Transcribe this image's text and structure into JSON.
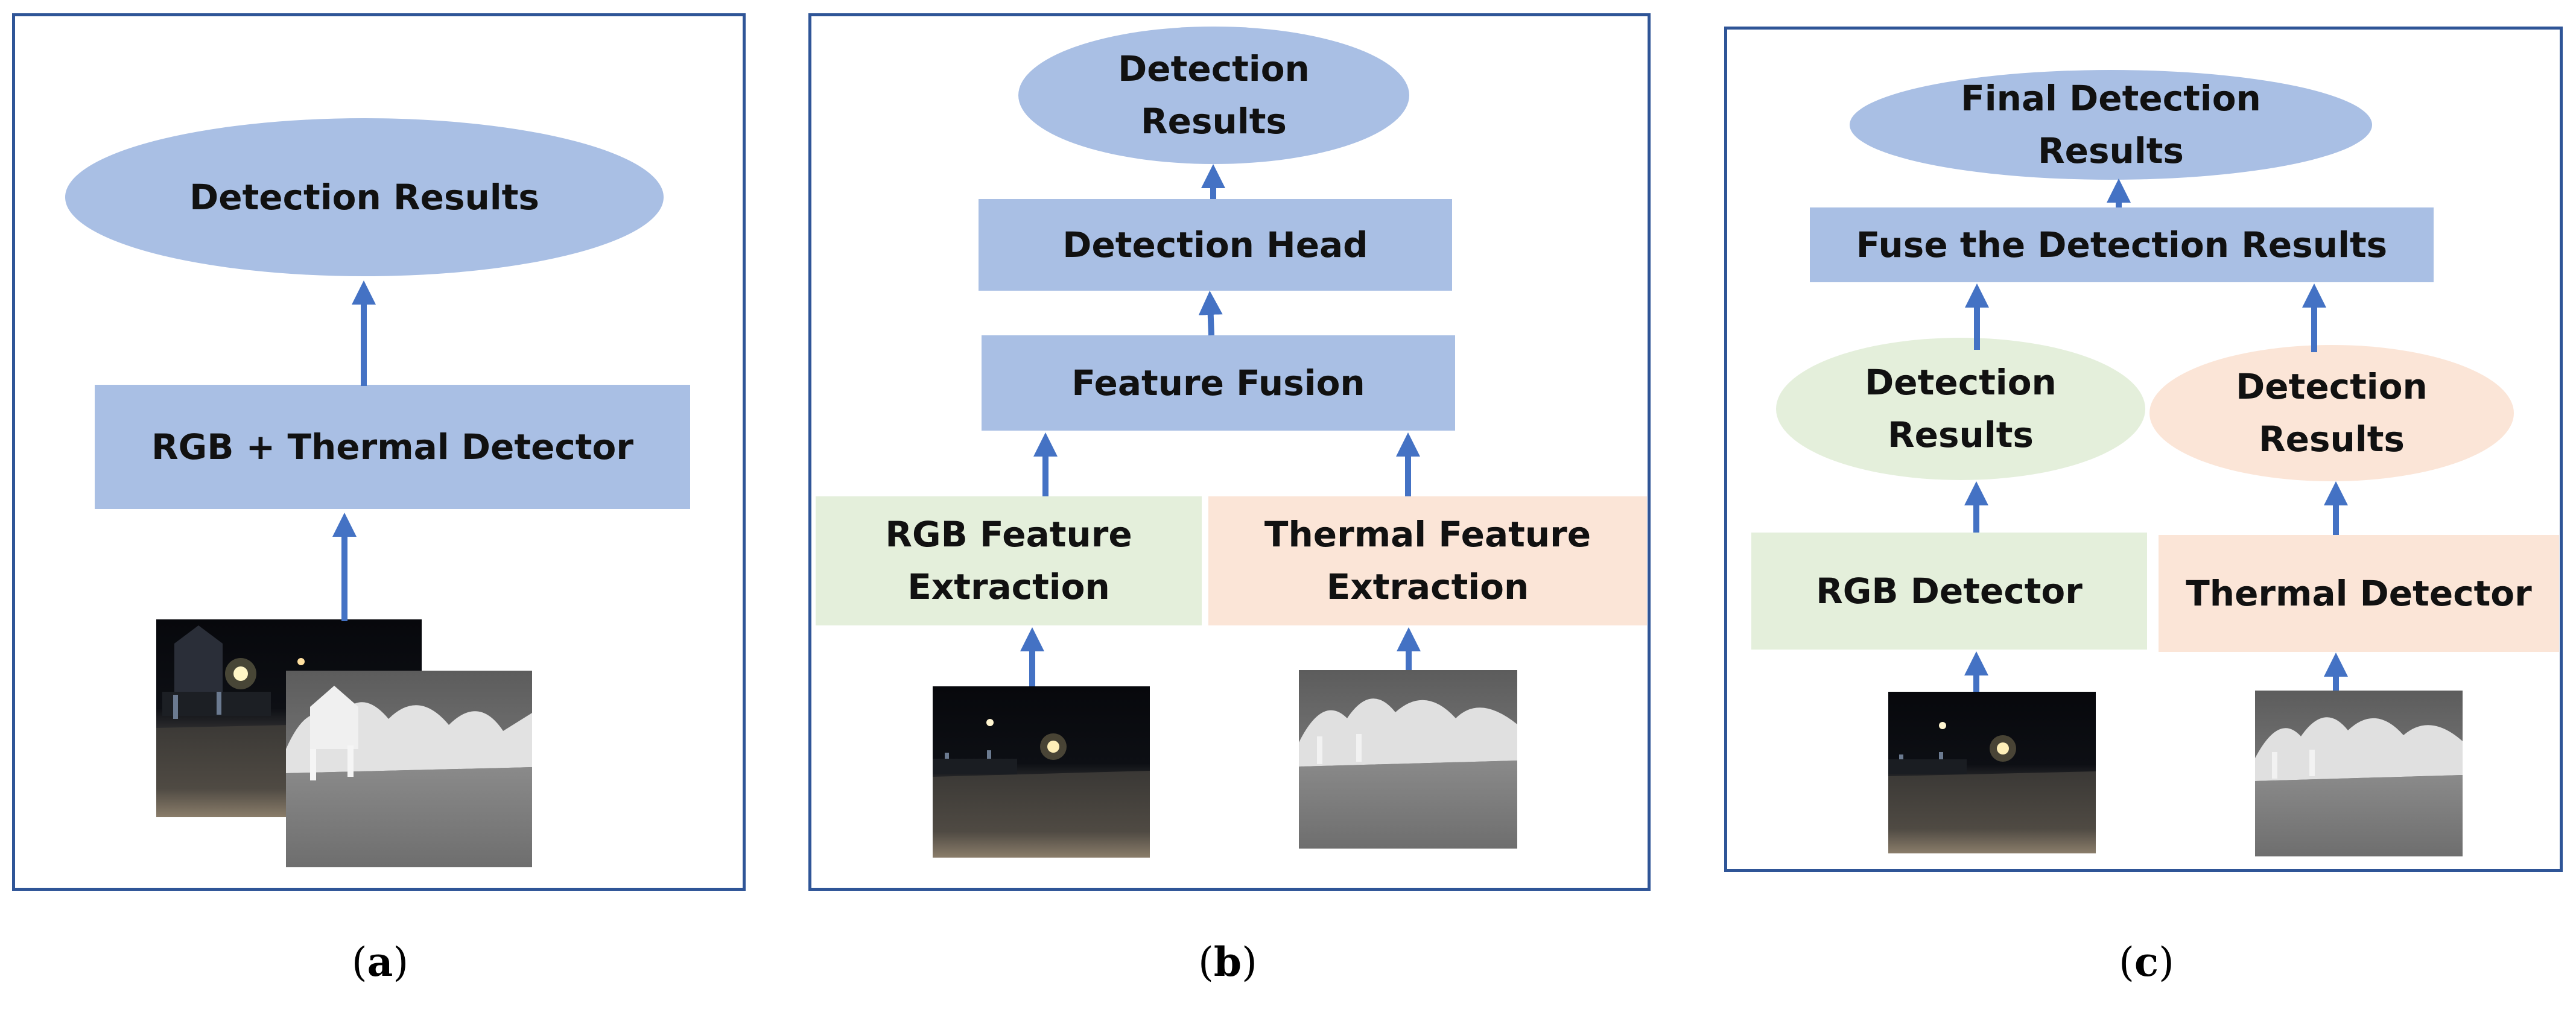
{
  "panel_a": {
    "output": "Detection Results",
    "detector": "RGB + Thermal Detector",
    "caption": "a"
  },
  "panel_b": {
    "output": "Detection\nResults",
    "head": "Detection Head",
    "fusion": "Feature Fusion",
    "rgb_extract": "RGB Feature\nExtraction",
    "thermal_extract": "Thermal Feature\nExtraction",
    "caption": "b"
  },
  "panel_c": {
    "output": "Final Detection\nResults",
    "fuse": "Fuse the Detection Results",
    "rgb_results": "Detection\nResults",
    "thermal_results": "Detection\nResults",
    "rgb_detector": "RGB Detector",
    "thermal_detector": "Thermal Detector",
    "caption": "c"
  },
  "colors": {
    "border": "#2f5597",
    "arrow": "#4472c4",
    "blue_fill": "#a9bfe4",
    "green_fill": "#e4efdb",
    "peach_fill": "#fbe5d7"
  }
}
